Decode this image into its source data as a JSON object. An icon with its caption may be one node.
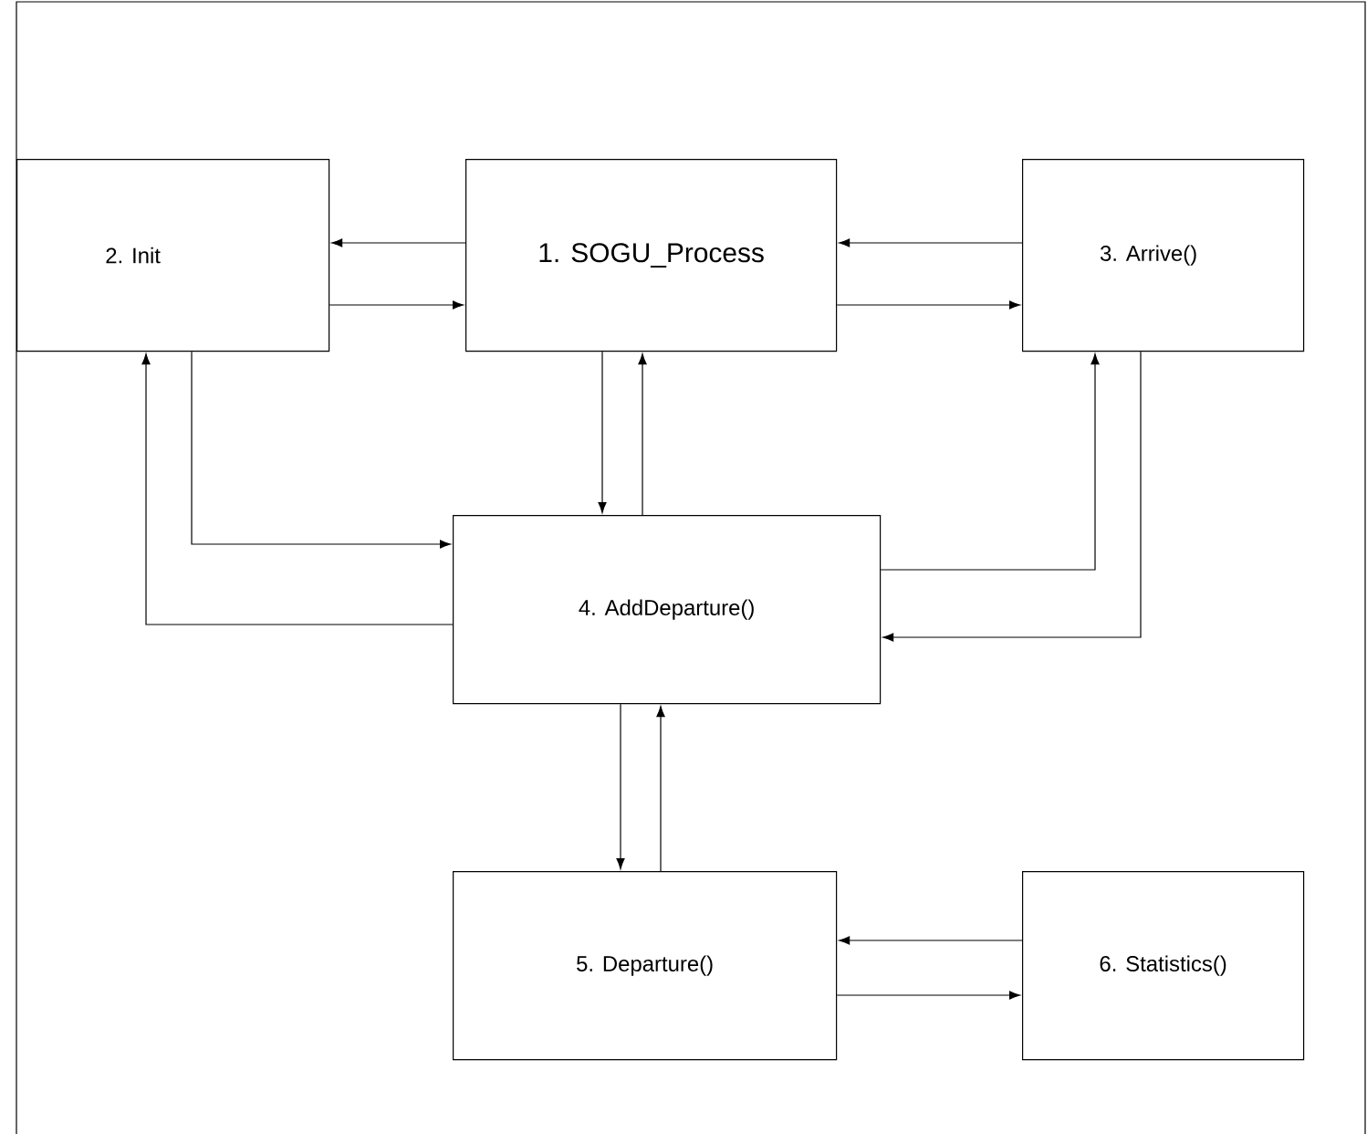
{
  "diagram": {
    "nodes": [
      {
        "text": [
          "2. Init"
        ]
      },
      {
        "text": [
          "1. SOGU_Process"
        ]
      },
      {
        "text": [
          "3. Arrive()"
        ]
      },
      {
        "text": [
          "4. AddDeparture()"
        ]
      },
      {
        "text": [
          "5. Departure()"
        ]
      },
      {
        "text": [
          "6. Statistics()"
        ]
      }
    ],
    "edges": [
      {
        "from": 1,
        "to": 0,
        "arrow": "to"
      },
      {
        "from": 0,
        "to": 1,
        "arrow": "to"
      },
      {
        "from": 2,
        "to": 1,
        "arrow": "to"
      },
      {
        "from": 1,
        "to": 2,
        "arrow": "to"
      },
      {
        "from": 1,
        "to": 3,
        "arrow": "to"
      },
      {
        "from": 3,
        "to": 1,
        "arrow": "to"
      },
      {
        "from": 0,
        "to": 3,
        "arrow": "to"
      },
      {
        "from": 3,
        "to": 0,
        "arrow": "to"
      },
      {
        "from": 3,
        "to": 2,
        "arrow": "to"
      },
      {
        "from": 2,
        "to": 3,
        "arrow": "to"
      },
      {
        "from": 3,
        "to": 4,
        "arrow": "to"
      },
      {
        "from": 4,
        "to": 3,
        "arrow": "to"
      },
      {
        "from": 5,
        "to": 4,
        "arrow": "to"
      },
      {
        "from": 4,
        "to": 5,
        "arrow": "to"
      }
    ]
  }
}
